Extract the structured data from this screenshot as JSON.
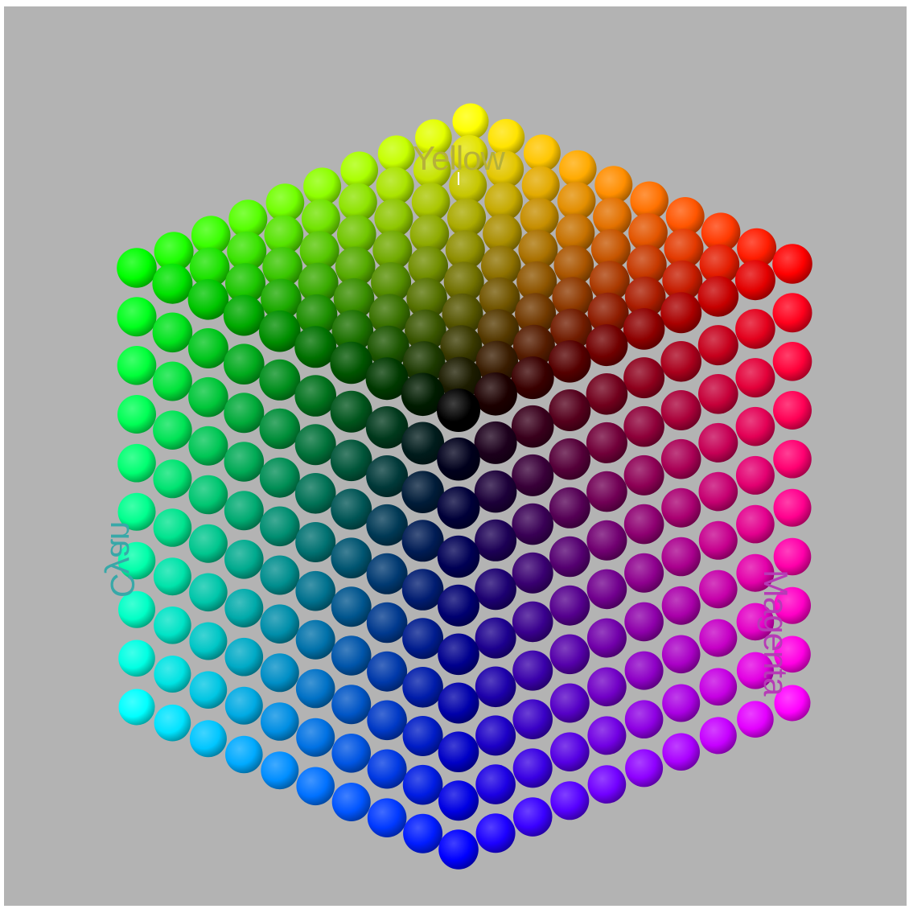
{
  "labels": {
    "yellow": "Yellow",
    "cyan": "Cyan",
    "magenta": "Magenta"
  },
  "colors": {
    "background": "#b3b3b3",
    "yellow_label": "#b5b03a",
    "cyan_label": "#38a8a8",
    "magenta_label": "#b63bb6"
  },
  "cube": {
    "grid_size": 10,
    "view": "black corner facing viewer; faces: green-yellow-red (top), cyan-green-blue (left), red-magenta-blue (right)"
  }
}
